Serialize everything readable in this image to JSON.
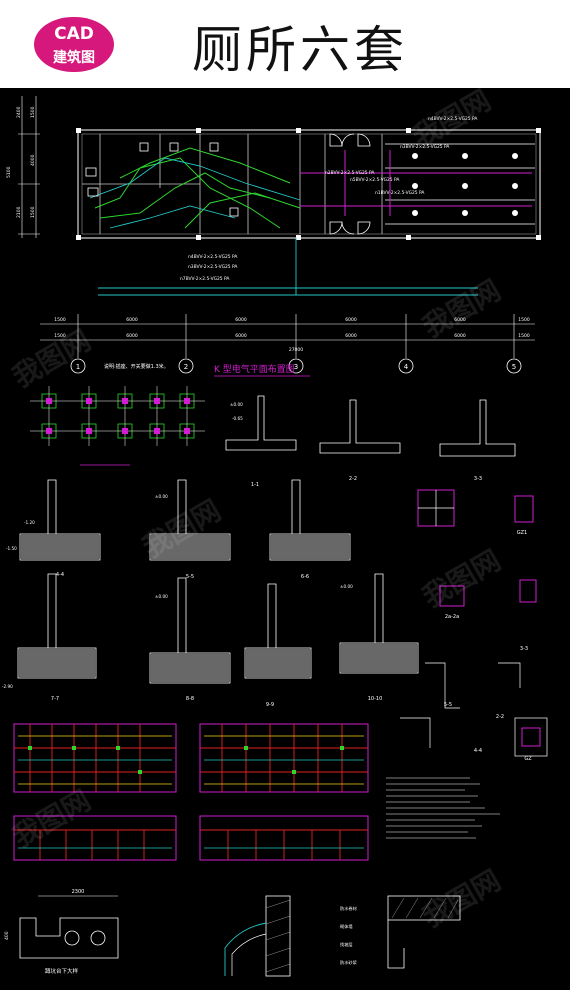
{
  "header": {
    "badge_top": "CAD",
    "badge_bottom": "建筑图",
    "title": "厕所六套"
  },
  "plan": {
    "title": "K 型电气平面布置图",
    "note": "说明:插座、开关要做1.3米。",
    "overall_dimension": "27000",
    "bay_dimensions": [
      "1500",
      "6000",
      "6000",
      "6000",
      "6000",
      "1500"
    ],
    "axis_labels": [
      "1",
      "2",
      "3",
      "4",
      "5"
    ],
    "left_dimensions": [
      "2400",
      "1500",
      "5100",
      "4000",
      "2100",
      "1500"
    ],
    "cable_labels": [
      "n4BVV-2×2.5-VG25 PA",
      "n3BVV-2×2.5-VG25 PA",
      "n5BVV-2×2.5-VG25 PA",
      "n2BVV-2×2.5-VG25 PA",
      "n1BVV-2×2.5-VG25 PA",
      "n7BVV-2×2.5-VG25 PA"
    ]
  },
  "details": {
    "sections": [
      "1-1",
      "2-2",
      "3-3",
      "4-4",
      "5-5",
      "6-6",
      "7-7",
      "8-8",
      "9-9",
      "10-10"
    ],
    "elevations": [
      "±0.00",
      "-0.65",
      "-1.20",
      "-1.50",
      "-2.90"
    ],
    "column_labels": [
      "GZ1",
      "GZ",
      "2a-2a",
      "3-3",
      "5-5",
      "2-2",
      "4-4"
    ],
    "pit_label": "蹲坑台下大样",
    "pit_width": "2300",
    "bottom_dimension": "400",
    "bottom_note_labels": [
      "防水卷材",
      "砌体墙",
      "找坡层",
      "防水砂浆"
    ]
  },
  "watermark": "我图网"
}
